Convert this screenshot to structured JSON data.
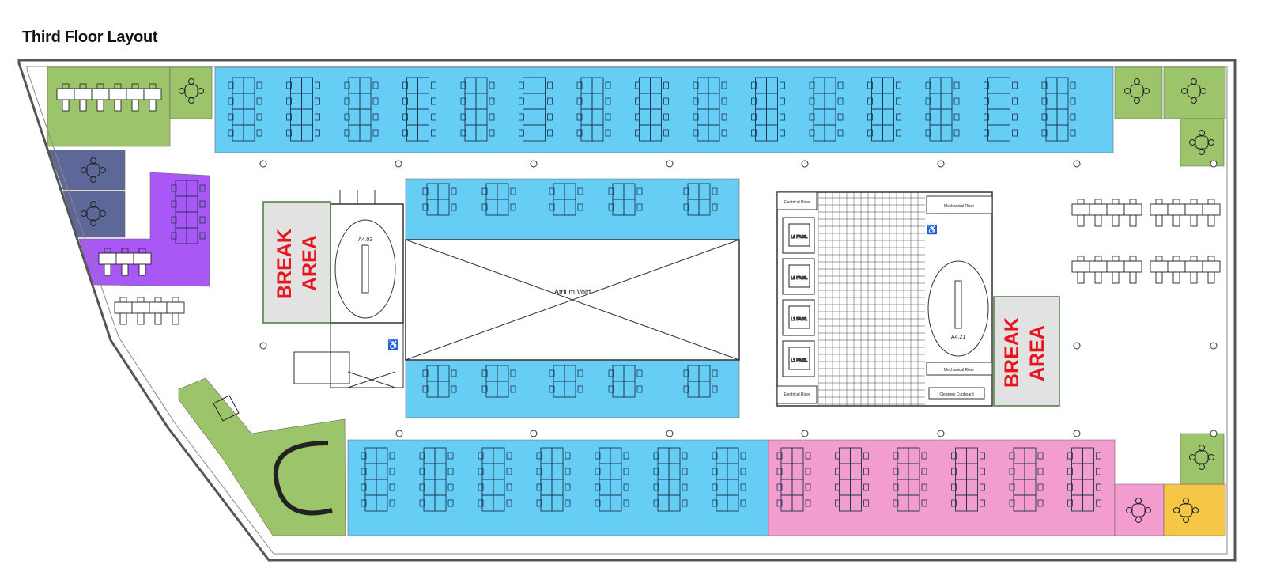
{
  "title": "Third Floor Layout",
  "labels": {
    "break_left_1": "BREAK",
    "break_left_2": "AREA",
    "break_right_1": "BREAK",
    "break_right_2": "AREA",
    "atrium": "Atrium Void",
    "stair_left": "A4.03",
    "stair_right": "A4.21",
    "elec_riser_top": "Electrical Riser",
    "elec_riser_bottom": "Electrical Riser",
    "mech_riser_top": "Mechanical Riser",
    "mech_riser_bottom": "Mechanical Riser",
    "cleaners": "Cleaners Cupboard",
    "lift": "L1 PASS."
  },
  "colors": {
    "blue": "#66cdf5",
    "green": "#9cc46a",
    "navy": "#5d6899",
    "purple": "#a957f5",
    "pink": "#f29ccf",
    "yellow": "#f6c646",
    "gray": "#e2e2e2",
    "red": "#e8141e"
  }
}
